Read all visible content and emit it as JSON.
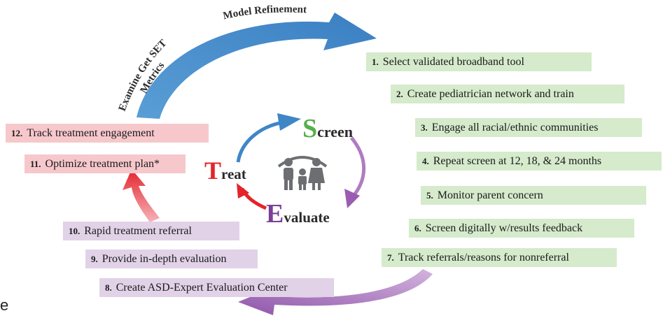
{
  "outer_cycle": {
    "top_label": "Model Refinement",
    "left_label_line1": "Examine Get SET",
    "left_label_line2": "Metrics"
  },
  "center_cycle": {
    "screen": {
      "initial": "S",
      "rest": "creen"
    },
    "evaluate": {
      "initial": "E",
      "rest": "valuate"
    },
    "treat": {
      "initial": "T",
      "rest": "reat"
    },
    "family_icon": "family-icon"
  },
  "steps": [
    {
      "num": "1.",
      "text": "Select validated broadband tool"
    },
    {
      "num": "2.",
      "text": "Create pediatrician network and train"
    },
    {
      "num": "3.",
      "text": "Engage all racial/ethnic communities"
    },
    {
      "num": "4.",
      "text": "Repeat screen at 12, 18, & 24 months"
    },
    {
      "num": "5.",
      "text": "Monitor parent concern"
    },
    {
      "num": "6.",
      "text": "Screen digitally w/results feedback"
    },
    {
      "num": "7.",
      "text": "Track referrals/reasons for nonreferral"
    },
    {
      "num": "8.",
      "text": "Create ASD-Expert Evaluation Center"
    },
    {
      "num": "9.",
      "text": "Provide in-depth evaluation"
    },
    {
      "num": "10.",
      "text": "Rapid treatment referral"
    },
    {
      "num": "11.",
      "text": "Optimize treatment plan*"
    },
    {
      "num": "12.",
      "text": "Track treatment engagement"
    }
  ],
  "stray_text": "e",
  "colors": {
    "screen": "#55b04a",
    "evaluate": "#7b3f98",
    "treat": "#e3242b",
    "blue_arrow": "#3f86c6",
    "purple_arrow": "#b07cc0",
    "red_arrow": "#e84a57",
    "green_box": "#d5ebcc",
    "purple_box": "#e1d2e7",
    "pink_box": "#f7c8cb"
  }
}
